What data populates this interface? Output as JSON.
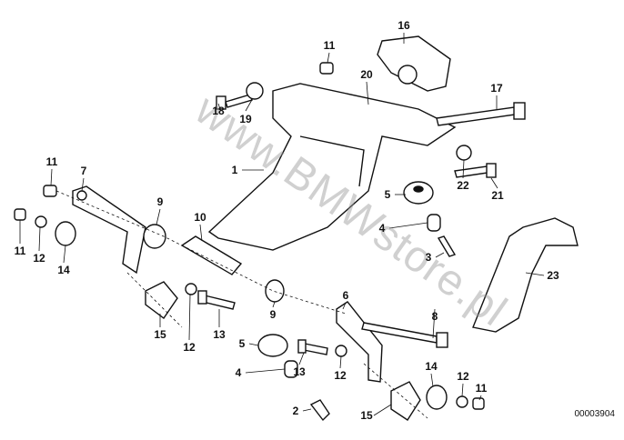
{
  "watermark": "www.BMWstore.pl",
  "diagram_code": "00003904",
  "callouts": [
    "16",
    "11",
    "20",
    "17",
    "18",
    "19",
    "1",
    "22",
    "21",
    "5",
    "4",
    "3",
    "11",
    "7",
    "9",
    "10",
    "11",
    "12",
    "14",
    "23",
    "6",
    "9",
    "8",
    "15",
    "12",
    "13",
    "5",
    "4",
    "13",
    "12",
    "14",
    "12",
    "11",
    "2",
    "15"
  ]
}
